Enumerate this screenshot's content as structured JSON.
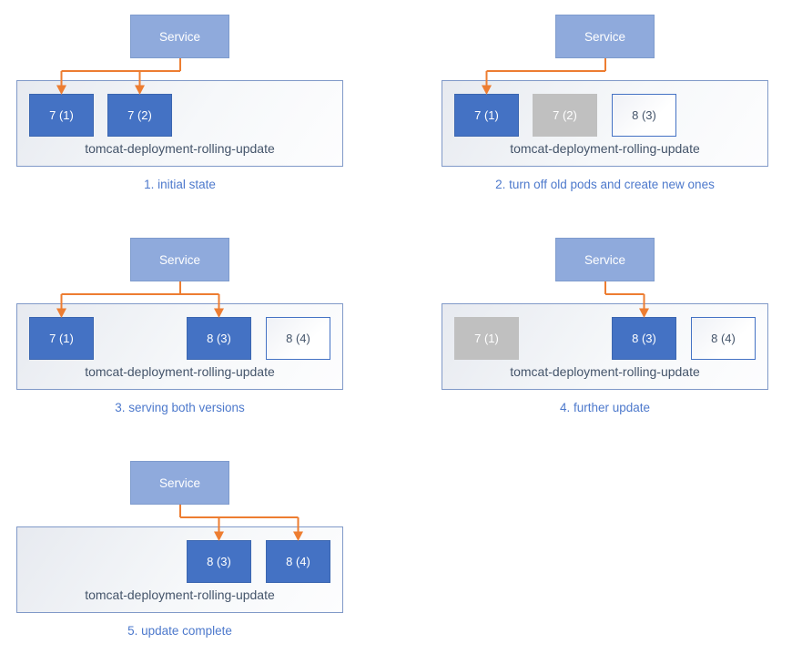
{
  "diagram": {
    "service_label": "Service",
    "deployment_label": "tomcat-deployment-rolling-update",
    "colors": {
      "service_fill": "#8faadc",
      "service_border": "#7e9bcd",
      "pod_active_fill": "#4472c4",
      "pod_active_border": "#3b66b0",
      "pod_terminating_fill": "#c0c0c0",
      "pod_pending_border": "#4472c4",
      "pod_pending_text": "#44546a",
      "container_border": "#8099c8",
      "deployment_label_color": "#44546a",
      "arrow_color": "#ed7d31",
      "caption_color": "#4d79cc"
    },
    "stages": [
      {
        "caption": "1. initial state",
        "pods": [
          {
            "label": "7 (1)",
            "state": "active",
            "slot": 0
          },
          {
            "label": "7 (2)",
            "state": "active",
            "slot": 1
          }
        ],
        "arrow_slots": [
          0,
          1
        ]
      },
      {
        "caption": "2. turn off old pods and create new ones",
        "pods": [
          {
            "label": "7 (1)",
            "state": "active",
            "slot": 0
          },
          {
            "label": "7 (2)",
            "state": "terminating",
            "slot": 1
          },
          {
            "label": "8 (3)",
            "state": "pending",
            "slot": 2
          }
        ],
        "arrow_slots": [
          0
        ]
      },
      {
        "caption": "3. serving both versions",
        "pods": [
          {
            "label": "7 (1)",
            "state": "active",
            "slot": 0
          },
          {
            "label": "8 (3)",
            "state": "active",
            "slot": 2
          },
          {
            "label": "8 (4)",
            "state": "pending",
            "slot": 3
          }
        ],
        "arrow_slots": [
          0,
          2
        ]
      },
      {
        "caption": "4. further update",
        "pods": [
          {
            "label": "7 (1)",
            "state": "terminating",
            "slot": 0
          },
          {
            "label": "8 (3)",
            "state": "active",
            "slot": 2
          },
          {
            "label": "8 (4)",
            "state": "pending",
            "slot": 3
          }
        ],
        "arrow_slots": [
          2
        ]
      },
      {
        "caption": "5. update complete",
        "pods": [
          {
            "label": "8 (3)",
            "state": "active",
            "slot": 2
          },
          {
            "label": "8 (4)",
            "state": "active",
            "slot": 3
          }
        ],
        "arrow_slots": [
          2,
          3
        ]
      }
    ]
  }
}
